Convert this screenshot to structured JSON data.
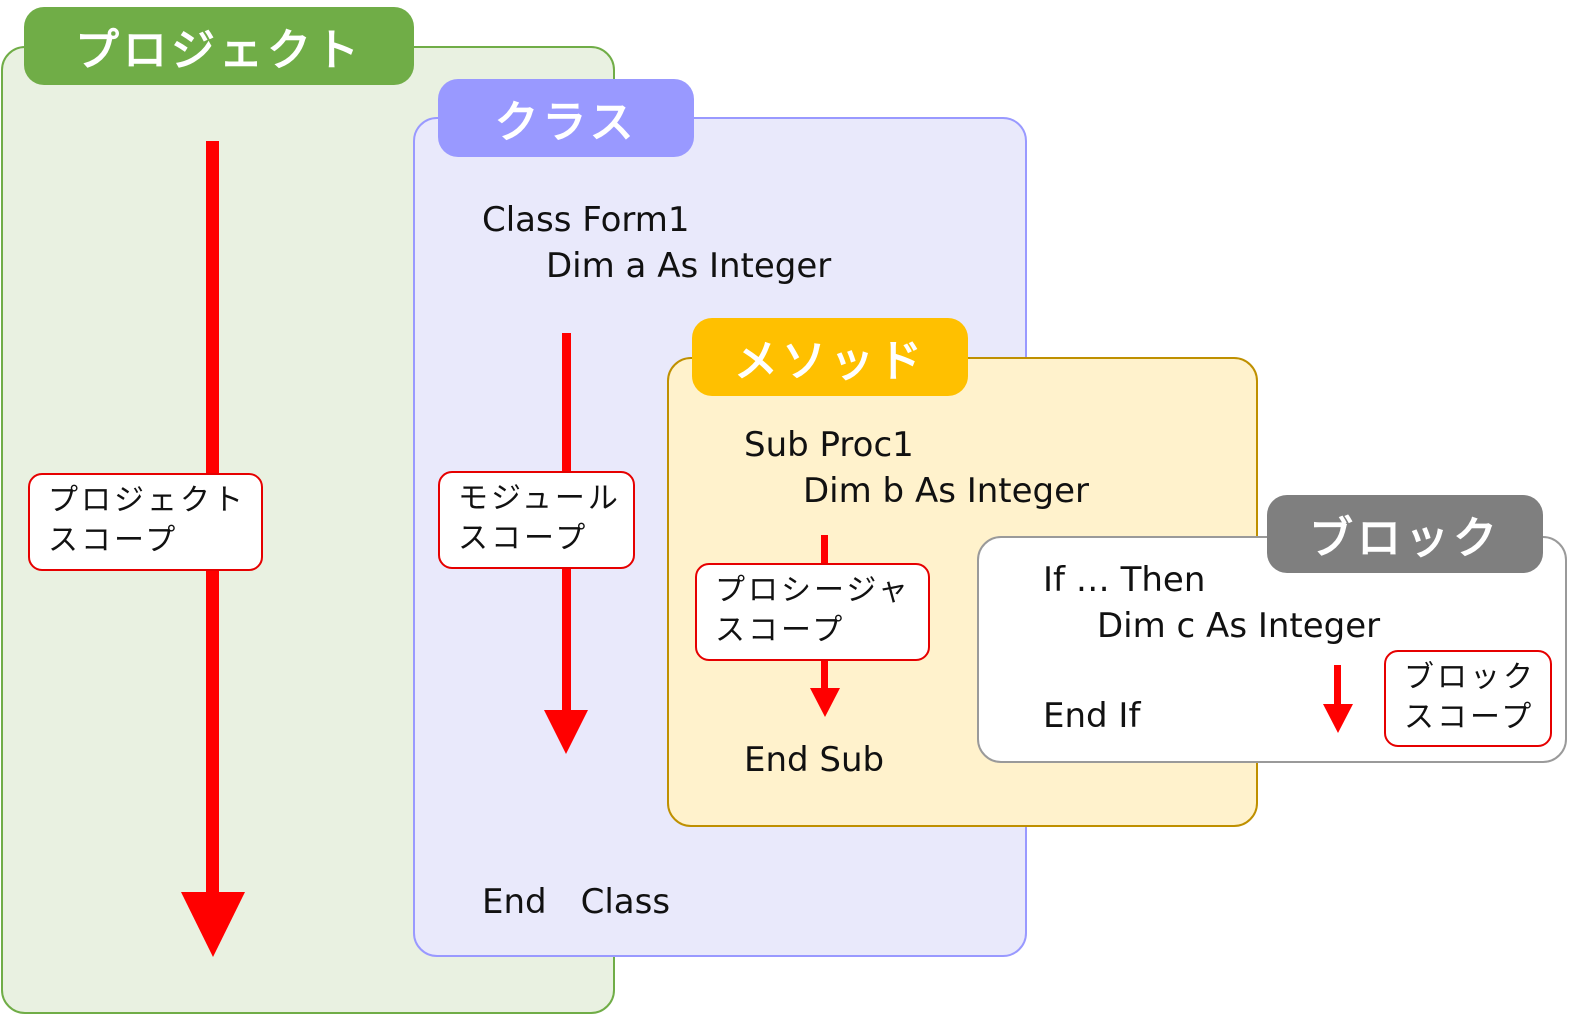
{
  "project": {
    "tab": "プロジェクト",
    "scope_label_1": "プロジェクト",
    "scope_label_2": "スコープ"
  },
  "class": {
    "tab": "クラス",
    "line1": "Class Form1",
    "line2": "Dim a As Integer",
    "end": "End　Class",
    "scope_label_1": "モジュール",
    "scope_label_2": "スコープ"
  },
  "method": {
    "tab": "メソッド",
    "line1": "Sub Proc1",
    "line2": "Dim b As Integer",
    "end": "End Sub",
    "scope_label_1": "プロシージャ",
    "scope_label_2": "スコープ"
  },
  "block": {
    "tab": "ブロック",
    "line1": "If … Then",
    "line2": "Dim c As Integer",
    "end": "End If",
    "scope_label_1": "ブロック",
    "scope_label_2": "スコープ"
  },
  "colors": {
    "project_tab": "#70ad47",
    "project_bg": "#e9f1e1",
    "class_tab": "#9999ff",
    "class_bg": "#e9e9fb",
    "method_tab": "#ffc000",
    "method_bg": "#fff2cc",
    "block_tab": "#808080",
    "block_bg": "#ffffff",
    "arrow": "#ff0000"
  }
}
